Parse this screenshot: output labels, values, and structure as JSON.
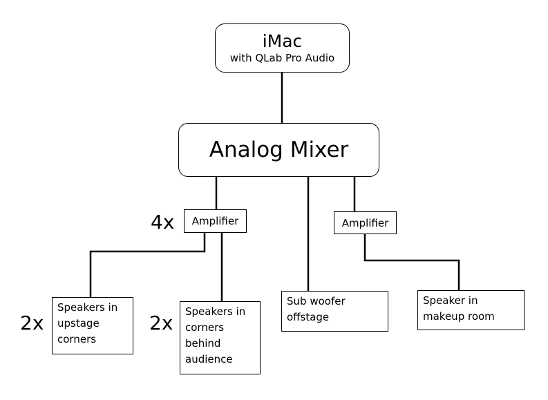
{
  "imac": {
    "title": "iMac",
    "subtitle": "with QLab Pro Audio"
  },
  "mixer": {
    "label": "Analog Mixer"
  },
  "amplifiers": [
    {
      "label": "Amplifier",
      "multiplier": "4x"
    },
    {
      "label": "Amplifier"
    }
  ],
  "outputs": [
    {
      "label": "Speakers in upstage corners",
      "multiplier": "2x"
    },
    {
      "label": "Speakers in corners behind audience",
      "multiplier": "2x"
    },
    {
      "label": "Sub woofer offstage"
    },
    {
      "label": "Speaker in makeup room"
    }
  ]
}
